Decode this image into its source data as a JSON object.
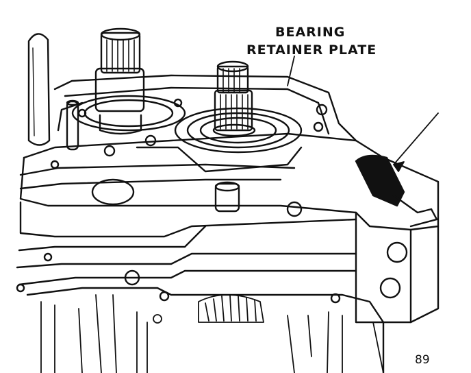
{
  "callout": {
    "line1": "BEARING",
    "line2": "RETAINER PLATE"
  },
  "figure_number": "89",
  "colors": {
    "ink": "#111111",
    "paper": "#ffffff"
  }
}
